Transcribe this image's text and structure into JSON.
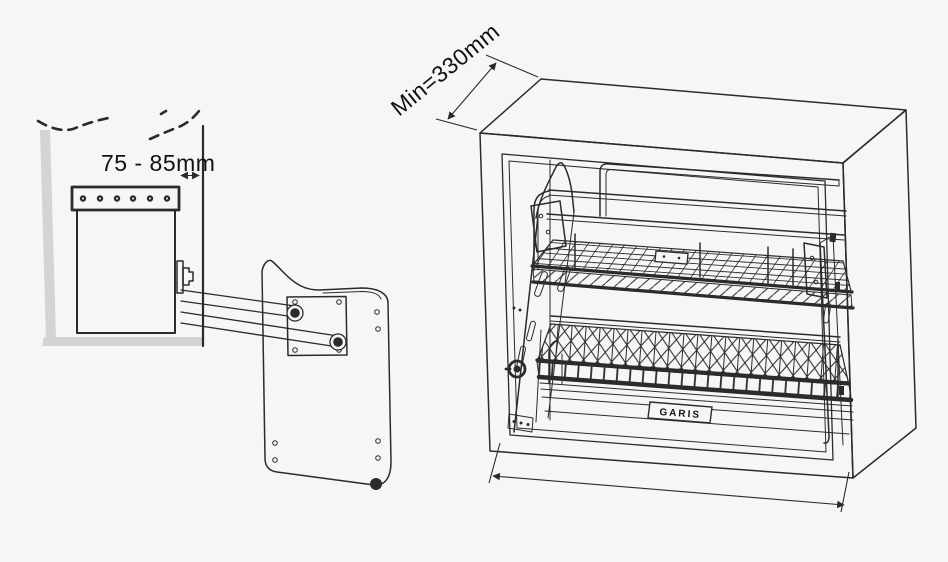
{
  "colors": {
    "background": "#f5f6f8",
    "line": "#2b2b2b",
    "label_text": "#111111",
    "wall_fill": "#d3d4d6"
  },
  "wall_bracket_detail": {
    "gap_dimension_label": "75 - 85mm"
  },
  "cabinet_view": {
    "depth_dimension_label": "Min=330mm",
    "brand_label": "GARIS"
  }
}
